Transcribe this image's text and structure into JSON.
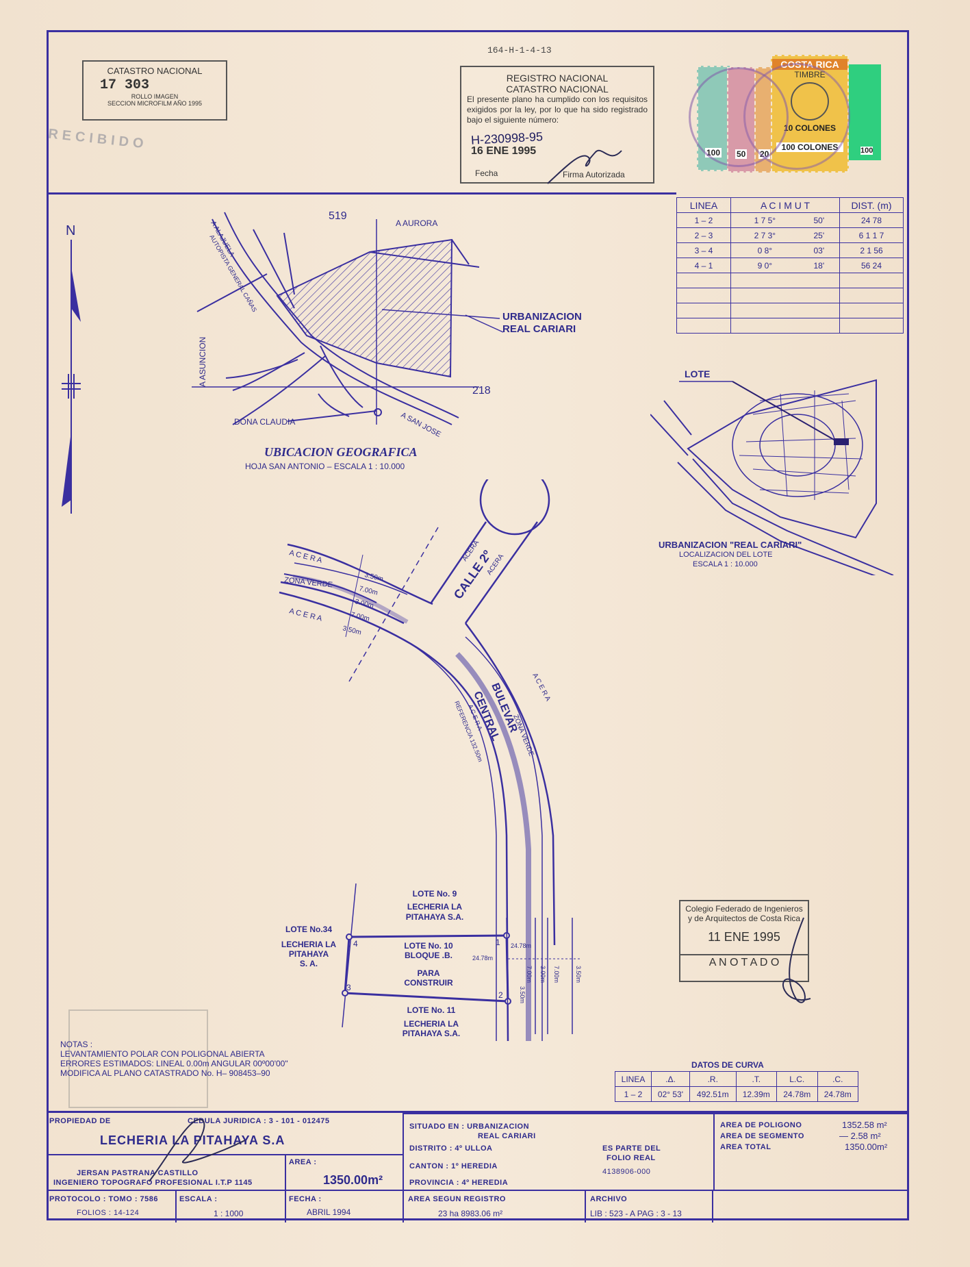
{
  "header": {
    "file_ref": "164-H-1-4-13",
    "catastro_title": "CATASTRO NACIONAL",
    "catastro_number": "17   303",
    "rollo": "ROLLO IMAGEN",
    "seccion": "SECCION MICROFILM AÑO 1995",
    "recibido": "RECIBIDO",
    "registro_title_1": "REGISTRO  NACIONAL",
    "registro_title_2": "CATASTRO  NACIONAL",
    "registro_text": "El presente plano ha cumplido con los requisitos exigidos por la ley, por lo que ha sido registrado bajo el siguiente número:",
    "registro_number": "H-230998-95",
    "registro_date": "16 ENE 1995",
    "fecha_label": "Fecha",
    "firma_label": "Firma Autorizada"
  },
  "stamps": [
    {
      "top": "COSTA RICA",
      "mid": "TIMBRE",
      "label": "10 COLONES",
      "bottom": "100 COLONES",
      "color": "#f0c24a"
    },
    {
      "label": "100",
      "color": "#8fc9b8"
    },
    {
      "label": "50",
      "color": "#d89aa8"
    },
    {
      "label": "20",
      "color": "#e8b070"
    },
    {
      "label": "100",
      "color": "#2fcf7f"
    }
  ],
  "north_label": "N",
  "azimuth_table": {
    "headers": [
      "LINEA",
      "A C I M U T",
      "DIST.  (m)"
    ],
    "rows": [
      [
        "1  –  2",
        "1 7 5°",
        "50'",
        "24  78"
      ],
      [
        "2  –  3",
        "2 7 3°",
        "25'",
        "6 1  1 7"
      ],
      [
        "3  –  4",
        "0 8°",
        "03'",
        "2 1  56"
      ],
      [
        "4  –  1",
        "9 0°",
        "18'",
        "56  24"
      ]
    ]
  },
  "location_map": {
    "title": "UBICACION   GEOGRAFICA",
    "subtitle": "HOJA SAN ANTONIO    –    ESCALA  1 : 10.000",
    "labels": {
      "aurora": "A AURORA",
      "alajuela": "A ALAJUELA",
      "autopista": "AUTOPISTA GENERAL CAÑAS",
      "asuncion": "A ASUNCION",
      "dona_claudia": "DONA CLAUDIA",
      "san_jose": "A SAN JOSE",
      "urbanizacion_1": "URBANIZACION",
      "urbanizacion_2": "REAL CARIARI",
      "coord_19": "519",
      "coord_18": "218"
    }
  },
  "lote_map": {
    "lote": "LOTE",
    "title": "URBANIZACION  \"REAL CARIARI\"",
    "line2": "LOCALIZACION   DEL  LOTE",
    "line3": "ESCALA  1  :  10.000"
  },
  "streets": {
    "acera_top": "A C E R A",
    "zona_verde": "ZONA  VERDE",
    "acera_low": "A C E R A",
    "d1": "3.50m",
    "d2": "7.00m",
    "d3": "3.00m",
    "d4": "7.00m",
    "d5": "3.50m",
    "calle": "CALLE 2º",
    "acera_calle_1": "ACERA",
    "acera_calle_2": "ACERA",
    "bulevar": "BULEVAR",
    "central": "CENTRAL",
    "zona_verde_2": "ZONA VERDE",
    "acera_2": "A C E R A",
    "acera_3": "A C E R A",
    "referencia": "REFERENCIA 132.50m"
  },
  "lot": {
    "lote9_1": "LOTE  No. 9",
    "lote9_2": "LECHERIA  LA",
    "lote9_3": "PITAHAYA  S.A.",
    "lote34_1": "LOTE  No.34",
    "lote34_2": "LECHERIA  LA",
    "lote34_3": "PITAHAYA",
    "lote34_4": "S. A.",
    "lote10_1": "LOTE  No. 10",
    "lote10_2": "BLOQUE  .B.",
    "lote10_3": "PARA",
    "lote10_4": "CONSTRUIR",
    "lote11_1": "LOTE  No. 11",
    "lote11_2": "LECHERIA  LA",
    "lote11_3": "PITAHAYA  S.A.",
    "v1": "1",
    "v2": "2",
    "v3": "3",
    "v4": "4",
    "dim_a": "24.78m",
    "dim_b": "24.78m",
    "dim_c": "3.50m",
    "dim_d": "7.00m",
    "dim_e": "3.00m",
    "dim_f": "7.00m",
    "dim_g": "3.50m"
  },
  "colegio": {
    "line1": "Colegio Federado de Ingenieros",
    "line2": "y de Arquitectos de Costa Rica",
    "date": "11  ENE  1995",
    "anotado": "A N O T A D O"
  },
  "notas": {
    "title": "NOTAS :",
    "line1": "LEVANTAMIENTO POLAR CON POLIGONAL ABIERTA",
    "line2": "ERRORES  ESTIMADOS:  LINEAL  0.00m     ANGULAR 00º00'00\"",
    "line3": "MODIFICA  AL  PLANO  CATASTRADO  No.  H– 908453–90"
  },
  "curva": {
    "title": "DATOS  DE  CURVA",
    "headers": [
      "LINEA",
      ".Δ.",
      ".R.",
      ".T.",
      "L.C.",
      ".C."
    ],
    "row": [
      "1  –  2",
      "02°  53'",
      "492.51m",
      "12.39m",
      "24.78m",
      "24.78m"
    ]
  },
  "title_block": {
    "propiedad_label": "PROPIEDAD  DE",
    "cedula": "CEDULA  JURIDICA :   3 - 101 - 012475",
    "owner": "LECHERIA  LA  PITAHAYA  S.A",
    "surveyor": "JERSAN   PASTRANA  CASTILLO",
    "surveyor_title": "INGENIERO  TOPOGRAFO  PROFESIONAL  I.T.P  1145",
    "area_label": "AREA :",
    "area_value": "1350.00m²",
    "situado": "SITUADO  EN :  URBANIZACION",
    "situado2": "REAL  CARIARI",
    "distrito": "DISTRITO :  4º ULLOA",
    "canton": "CANTON :  1º  HEREDIA",
    "provincia": "PROVINCIA :  4º  HEREDIA",
    "es_parte": "ES  PARTE  DEL",
    "folio": "FOLIO  REAL",
    "folio_num": "4138906-000",
    "area_poligono_label": "AREA  DE  POLIGONO",
    "area_poligono": "1352.58 m²",
    "area_segmento_label": "AREA  DE  SEGMENTO",
    "area_segmento": "—  2.58 m²",
    "area_total_label": "AREA  TOTAL",
    "area_total": "1350.00m²",
    "protocolo": "PROTOCOLO :  TOMO :  7586",
    "folios": "FOLIOS :  14-124",
    "escala_label": "ESCALA :",
    "escala": "1 : 1000",
    "fecha_label": "FECHA :",
    "fecha": "ABRIL    1994",
    "registro_label": "AREA  SEGUN  REGISTRO",
    "registro_value": "23  ha  8983.06 m²",
    "archivo_label": "ARCHIVO",
    "archivo_value": "LIB :  523 - A    PAG :  3 - 13"
  }
}
